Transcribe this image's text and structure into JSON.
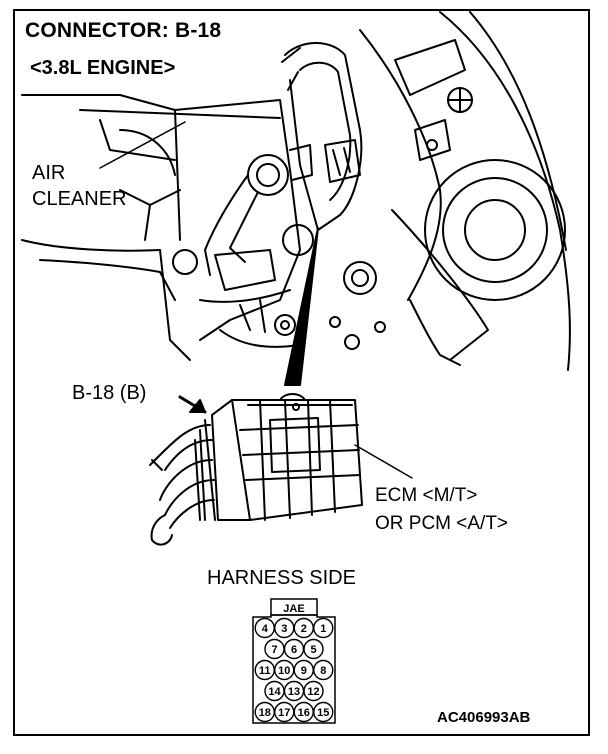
{
  "title": "CONNECTOR: B-18",
  "engine": "<3.8L ENGINE>",
  "labels": {
    "air_cleaner_line1": "AIR",
    "air_cleaner_line2": "CLEANER",
    "connector_ref": "B-18 (B)",
    "ecm_line1": "ECM <M/T>",
    "ecm_line2": "OR PCM <A/T>",
    "harness_side": "HARNESS SIDE"
  },
  "connector": {
    "standard": "JAE",
    "rows": [
      [
        "4",
        "3",
        "2",
        "1"
      ],
      [
        "7",
        "6",
        "5"
      ],
      [
        "11",
        "10",
        "9",
        "8"
      ],
      [
        "14",
        "13",
        "12"
      ],
      [
        "18",
        "17",
        "16",
        "15"
      ]
    ]
  },
  "figure_code": "AC406993AB"
}
